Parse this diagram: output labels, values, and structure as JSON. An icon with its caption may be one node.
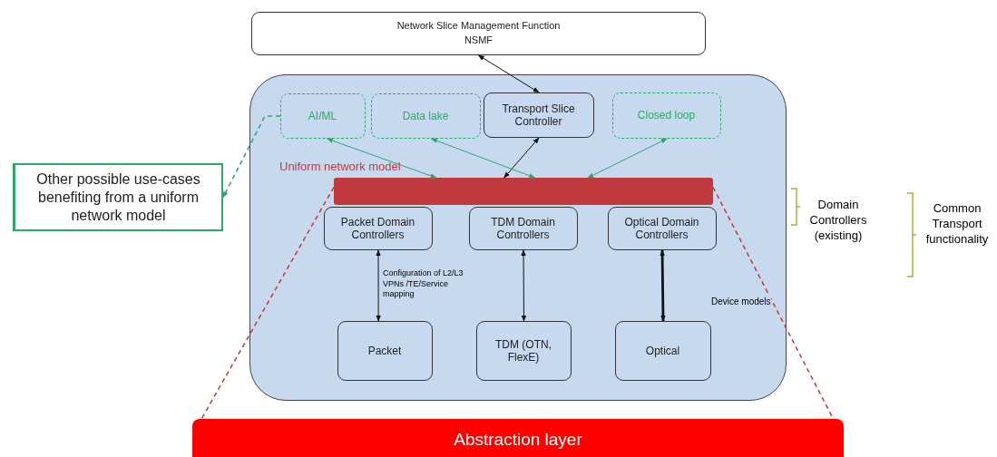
{
  "diagram": {
    "nodes": [
      {
        "text": [
          "Network Slice Management Function NSMF"
        ]
      },
      {
        "text": [],
        "shape": "box"
      },
      {
        "text": [
          "AI/ML"
        ],
        "in": 1
      },
      {
        "text": [
          "Data lake"
        ],
        "in": 1
      },
      {
        "text": [
          "Transport Slice Controller"
        ],
        "in": 1
      },
      {
        "text": [
          "Closed loop"
        ],
        "in": 1
      },
      {
        "text": [],
        "shape": "bar",
        "in": 1,
        "beside": [
          "Uniform network model"
        ]
      },
      {
        "text": [
          "Packet Domain Controllers"
        ],
        "in": 1
      },
      {
        "text": [
          "TDM Domain Controllers"
        ],
        "in": 1
      },
      {
        "text": [
          "Optical Domain Controllers"
        ],
        "in": 1
      },
      {
        "text": [
          "Packet"
        ],
        "in": 1
      },
      {
        "text": [
          "TDM (OTN, FlexE)"
        ],
        "in": 1
      },
      {
        "text": [
          "Optical"
        ],
        "in": 1
      },
      {
        "text": [
          "Other possible use-cases benefiting from a uniform network model"
        ]
      },
      {
        "text": [
          "Abstraction layer"
        ]
      }
    ],
    "edges": [
      {
        "from": 0,
        "to": 4,
        "arrow": "both"
      },
      {
        "from": 4,
        "to": 6,
        "arrow": "both"
      },
      {
        "from": 2,
        "to": 6,
        "arrow": "both",
        "color": "#2ea86a"
      },
      {
        "from": 3,
        "to": 6,
        "arrow": "both",
        "color": "#2ea86a"
      },
      {
        "from": 5,
        "to": 6,
        "arrow": "both",
        "color": "#2ea86a"
      },
      {
        "from": 7,
        "to": 10,
        "arrow": "both",
        "label": "Configuration of L2/L3 VPNs /TE/Service mapping"
      },
      {
        "from": 8,
        "to": 11,
        "arrow": "both"
      },
      {
        "from": 9,
        "to": 12,
        "arrow": "both",
        "style": "thick"
      },
      {
        "from": 2,
        "to": 13,
        "arrow": "to",
        "style": "dashed",
        "color": "#2ea86a"
      },
      {
        "from": 6,
        "to": 14,
        "arrow": "none",
        "style": "dashed",
        "color": "#c0393f"
      },
      {
        "from": 6,
        "to": 14,
        "arrow": "none",
        "style": "dashed",
        "color": "#c0393f"
      }
    ],
    "labels": [
      "Device models",
      "Domain Controllers (existing)",
      "Common Transport functionality"
    ]
  }
}
